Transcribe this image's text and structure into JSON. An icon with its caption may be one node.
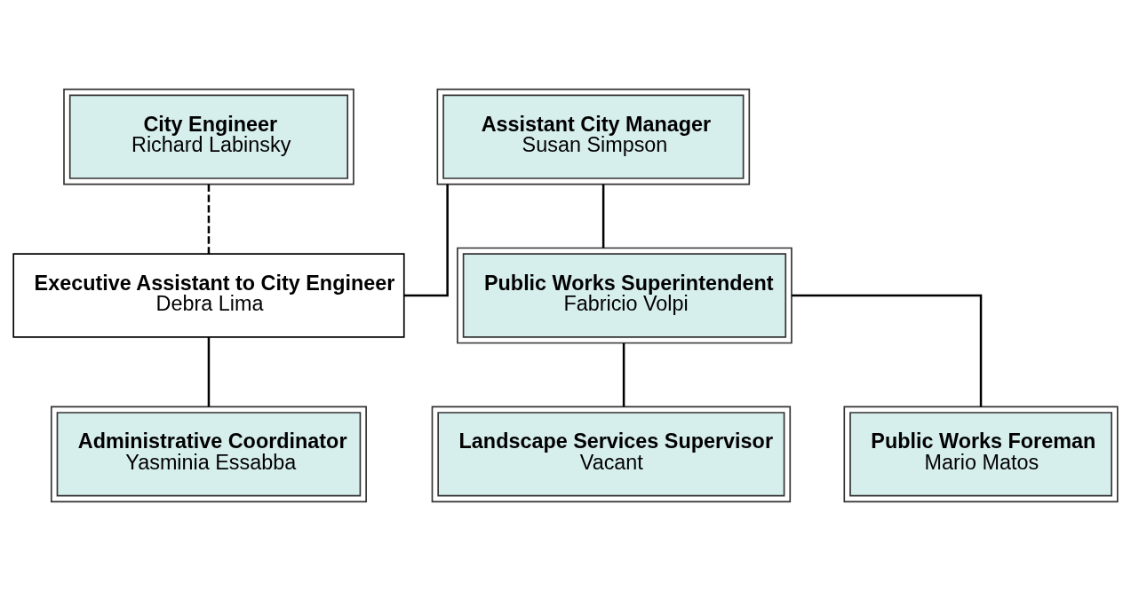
{
  "diagram": {
    "nodes": [
      {
        "text": [
          "City Engineer",
          "Richard Labinsky"
        ]
      },
      {
        "text": [
          "Assistant City Manager",
          "Susan Simpson"
        ]
      },
      {
        "text": [
          "Executive Assistant to City Engineer",
          "Debra Lima"
        ]
      },
      {
        "text": [
          "Public Works Superintendent",
          "Fabricio Volpi"
        ]
      },
      {
        "text": [
          "Administrative Coordinator",
          "Yasminia Essabba"
        ]
      },
      {
        "text": [
          "Landscape Services Supervisor",
          "Vacant"
        ]
      },
      {
        "text": [
          "Public Works Foreman",
          "Mario Matos"
        ]
      }
    ],
    "edges": [
      {
        "from": 0,
        "to": 2,
        "arrow": "none",
        "style": "dashed"
      },
      {
        "from": 1,
        "to": 2,
        "arrow": "none"
      },
      {
        "from": 1,
        "to": 3,
        "arrow": "none"
      },
      {
        "from": 2,
        "to": 4,
        "arrow": "none"
      },
      {
        "from": 3,
        "to": 5,
        "arrow": "none"
      },
      {
        "from": 3,
        "to": 6,
        "arrow": "none"
      }
    ]
  }
}
